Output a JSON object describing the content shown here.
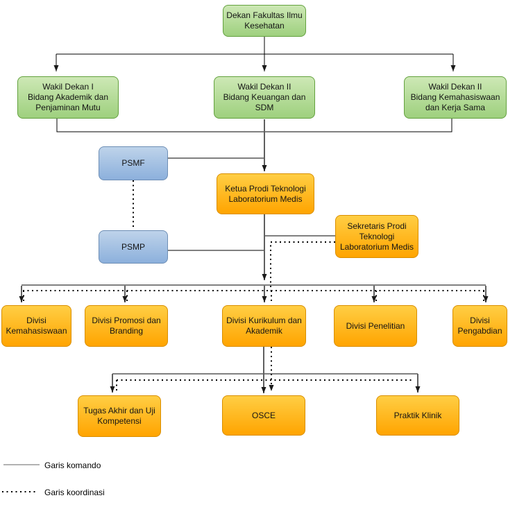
{
  "nodes": {
    "dekan": {
      "label": "Dekan Fakultas Ilmu\nKesehatan"
    },
    "wakil_dekan_1": {
      "label": "Wakil Dekan I\nBidang Akademik dan\nPenjaminan Mutu"
    },
    "wakil_dekan_2": {
      "label": "Wakil Dekan II\nBidang Keuangan dan\nSDM"
    },
    "wakil_dekan_3": {
      "label": "Wakil Dekan II\nBidang Kemahasiswaan\ndan Kerja Sama"
    },
    "psmf": {
      "label": "PSMF"
    },
    "psmp": {
      "label": "PSMP"
    },
    "ketua_prodi": {
      "label": "Ketua Prodi Teknologi\nLaboratorium Medis"
    },
    "sekretaris_prodi": {
      "label": "Sekretaris Prodi\nTeknologi\nLaboratorium Medis"
    },
    "divisi_kemahasiswaan": {
      "label": "Divisi\nKemahasiswaan"
    },
    "divisi_promosi": {
      "label": "Divisi Promosi dan\nBranding"
    },
    "divisi_kurikulum": {
      "label": "Divisi Kurikulum dan\nAkademik"
    },
    "divisi_penelitian": {
      "label": "Divisi Penelitian"
    },
    "divisi_pengabdian": {
      "label": "Divisi\nPengabdian"
    },
    "tugas_akhir": {
      "label": "Tugas Akhir dan Uji\nKompetensi"
    },
    "osce": {
      "label": "OSCE"
    },
    "praktik_klinik": {
      "label": "Praktik Klinik"
    }
  },
  "legend": {
    "komando": "Garis komando",
    "koordinasi": "Garis koordinasi"
  },
  "colors": {
    "green_top": "#cde8b5",
    "green_bottom": "#9ed07e",
    "green_border": "#63a13e",
    "orange_top": "#ffce44",
    "orange_bottom": "#ffa400",
    "orange_border": "#d98e00",
    "blue_top": "#bed3ea",
    "blue_bottom": "#8cb0dc",
    "blue_border": "#6d8eb5",
    "line": "#000000",
    "trunk": "#5f5f5f"
  }
}
